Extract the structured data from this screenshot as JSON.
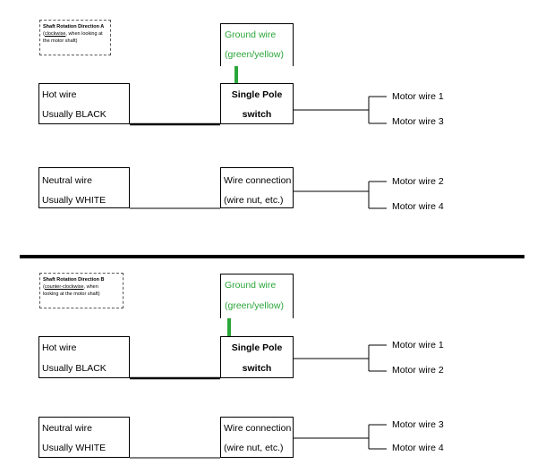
{
  "colors": {
    "ground": "#2aa63a",
    "line": "#000000"
  },
  "panel_a": {
    "note": {
      "title": "Shaft Rotation Direction A",
      "line1_underlined": "clockwise",
      "line1_rest": ", when looking at",
      "line2": "the motor shaft)"
    },
    "ground": {
      "label": "Ground wire",
      "color_label": "(green/yellow)"
    },
    "hot": {
      "label": "Hot wire",
      "sub": "Usually BLACK"
    },
    "switch": {
      "label": "Single Pole",
      "sub": "switch"
    },
    "neutral": {
      "label": "Neutral wire",
      "sub": "Usually WHITE"
    },
    "connection": {
      "label": "Wire connection",
      "sub": "(wire nut, etc.)"
    },
    "motor_top": [
      "Motor wire 1",
      "Motor wire 3"
    ],
    "motor_bottom": [
      "Motor wire 2",
      "Motor wire 4"
    ]
  },
  "panel_b": {
    "note": {
      "title": "Shaft Rotation Direction B",
      "line1_underlined": "counter-clockwise",
      "line1_rest": ", when",
      "line2": "looking at the motor shaft)"
    },
    "ground": {
      "label": "Ground wire",
      "color_label": "(green/yellow)"
    },
    "hot": {
      "label": "Hot wire",
      "sub": "Usually BLACK"
    },
    "switch": {
      "label": "Single Pole",
      "sub": "switch"
    },
    "neutral": {
      "label": "Neutral wire",
      "sub": "Usually WHITE"
    },
    "connection": {
      "label": "Wire connection",
      "sub": "(wire nut, etc.)"
    },
    "motor_top": [
      "Motor wire 1",
      "Motor wire 2"
    ],
    "motor_bottom": [
      "Motor wire 3",
      "Motor wire 4"
    ]
  }
}
